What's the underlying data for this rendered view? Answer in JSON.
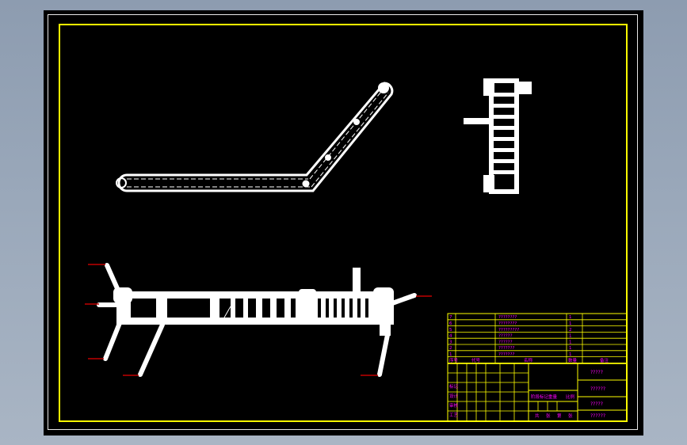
{
  "colors": {
    "background": "#000000",
    "frame": "#ffff00",
    "geometry": "#ffffff",
    "annotation": "#ff00ff",
    "callout": "#c00000"
  },
  "drawing": {
    "title_block": {
      "parts_rows": [
        {
          "no": "7",
          "name": "????????",
          "qty": "1"
        },
        {
          "no": "6",
          "name": "????????",
          "qty": "1"
        },
        {
          "no": "5",
          "name": "?????????",
          "qty": "2"
        },
        {
          "no": "4",
          "name": "??????",
          "qty": "1"
        },
        {
          "no": "3",
          "name": "??????",
          "qty": "1"
        },
        {
          "no": "2",
          "name": "???????",
          "qty": "1"
        },
        {
          "no": "1",
          "name": "???????",
          "qty": "1"
        }
      ],
      "header": {
        "no": "序号",
        "code": "代号",
        "name": "名称",
        "qty": "数量",
        "remark": "备注"
      },
      "row_labels_left": [
        "标记",
        "设计",
        "审核",
        "工艺"
      ],
      "mid_labels": [
        "阶段标记",
        "重量",
        "比例"
      ],
      "bottom_labels": [
        "共",
        "张",
        "第",
        "张"
      ],
      "right_cells": [
        "?????",
        "??????",
        "?????",
        "??????"
      ]
    }
  }
}
